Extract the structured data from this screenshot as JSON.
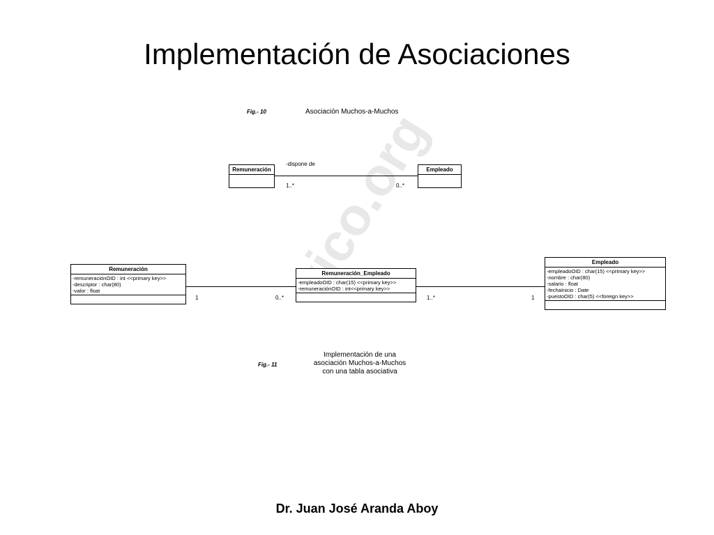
{
  "title": "Implementación de Asociaciones",
  "footer": "Dr. Juan José Aranda Aboy",
  "watermark": "vico.org",
  "fig10": {
    "label": "Fig.- 10",
    "caption": "Asociación Muchos-a-Muchos",
    "left_class": {
      "name": "Remuneración"
    },
    "right_class": {
      "name": "Empleado"
    },
    "role": "-dispone de",
    "mult_left": "1..*",
    "mult_right": "0..*"
  },
  "fig11": {
    "label": "Fig.- 11",
    "caption_lines": [
      "Implementación de una",
      "asociación Muchos-a-Muchos",
      "con una tabla asociativa"
    ],
    "remuneracion": {
      "name": "Remuneración",
      "attrs": [
        "-remuneraciónOID : int <<primary key>>",
        "-descriptor : char(80)",
        "-valor : float"
      ]
    },
    "assoc": {
      "name": "Remuneración_Empleado",
      "attrs": [
        "-empleadoOID : char(15) <<primary key>>",
        "-remuneraciónOID : int<<primary key>>"
      ]
    },
    "empleado": {
      "name": "Empleado",
      "attrs": [
        "-empleadoOID : char(15) <<primary key>>",
        "-nombre : char(80)",
        "-salario : float",
        "-fechaInicio : Date",
        "-puestoOID : char(5) <<foreign key>>"
      ]
    },
    "mult_rem": "1",
    "mult_assoc_left": "0..*",
    "mult_assoc_right": "1..*",
    "mult_emp": "1"
  }
}
